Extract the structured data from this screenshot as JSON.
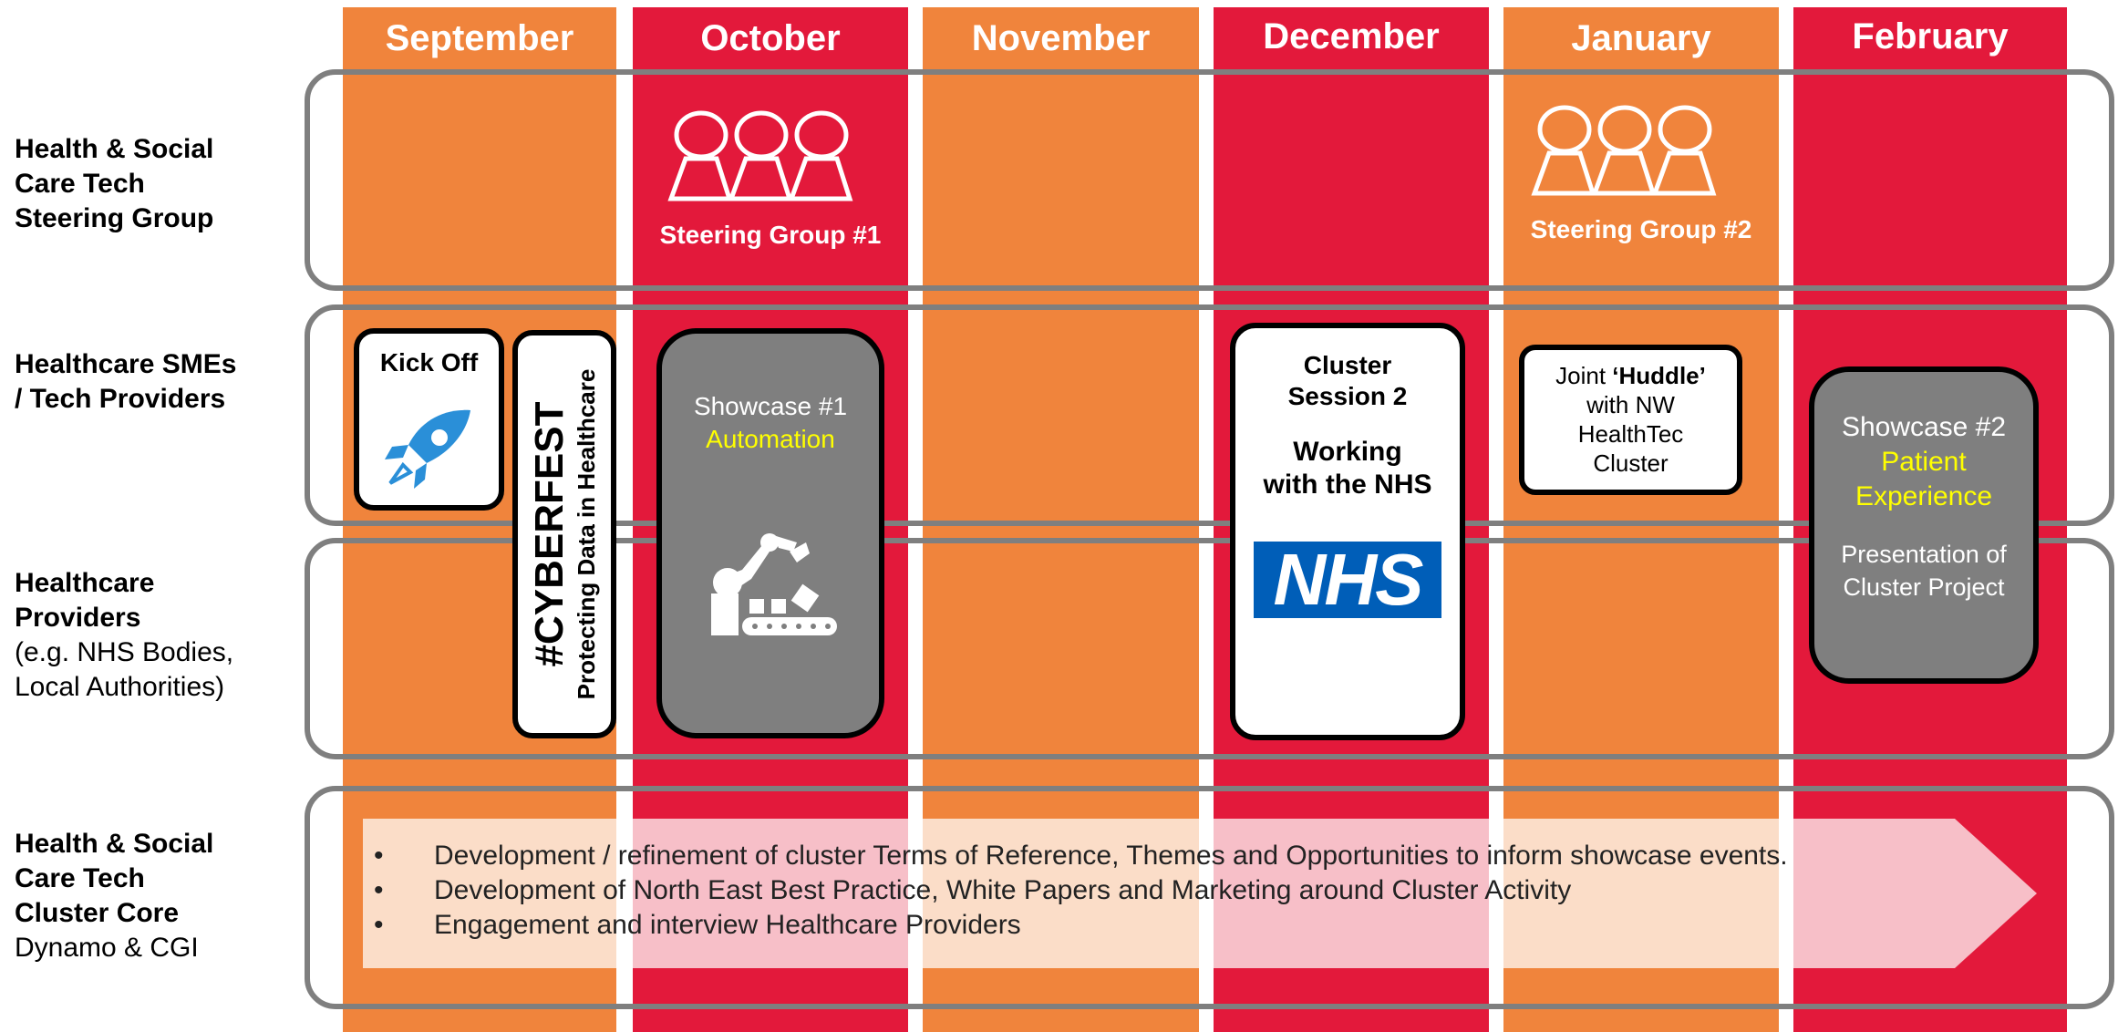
{
  "months": [
    "September",
    "October",
    "November",
    "December",
    "January",
    "February"
  ],
  "colors": {
    "orange": "#F0843C",
    "red": "#E3193B",
    "grey": "#7F7F7F",
    "highlight": "#FFFF00",
    "nhs_blue": "#005EB8",
    "rocket_blue": "#2A8FD8"
  },
  "rows": {
    "steering": {
      "line1": "Health & Social",
      "line2": "Care Tech",
      "line3": "Steering Group"
    },
    "smes": {
      "line1": "Healthcare SMEs",
      "line2": "/ Tech Providers"
    },
    "providers": {
      "line1": "Healthcare",
      "line2": "Providers",
      "line3": "(e.g. NHS Bodies,",
      "line4": "Local Authorities)"
    },
    "core": {
      "line1": "Health & Social",
      "line2": "Care Tech",
      "line3": "Cluster Core",
      "line4": "Dynamo & CGI"
    }
  },
  "steering_groups": [
    {
      "label": "Steering Group #1",
      "icon": "people-group-icon"
    },
    {
      "label": "Steering Group #2",
      "icon": "people-group-icon"
    }
  ],
  "kickoff": {
    "label": "Kick Off",
    "icon": "rocket-icon"
  },
  "cyberfest": {
    "title": "#CYBERFEST",
    "subtitle": "Protecting Data in Healthcare"
  },
  "showcase1": {
    "title": "Showcase #1",
    "theme": "Automation",
    "icon": "robot-arm-icon"
  },
  "cluster_session": {
    "line1": "Cluster",
    "line2": "Session 2",
    "line3": "Working",
    "line4": "with the NHS",
    "logo": "NHS"
  },
  "huddle": {
    "prefix": "Joint ",
    "bold": "‘Huddle’",
    "line2": "with NW",
    "line3": "HealthTec",
    "line4": "Cluster"
  },
  "showcase2": {
    "title": "Showcase #2",
    "theme1": "Patient",
    "theme2": "Experience",
    "line1": "Presentation of",
    "line2": "Cluster Project"
  },
  "core_bullets": [
    "Development / refinement of cluster Terms of Reference, Themes and Opportunities to inform showcase events.",
    "Development of North East Best Practice, White Papers and Marketing around Cluster Activity",
    "Engagement and interview Healthcare Providers"
  ]
}
